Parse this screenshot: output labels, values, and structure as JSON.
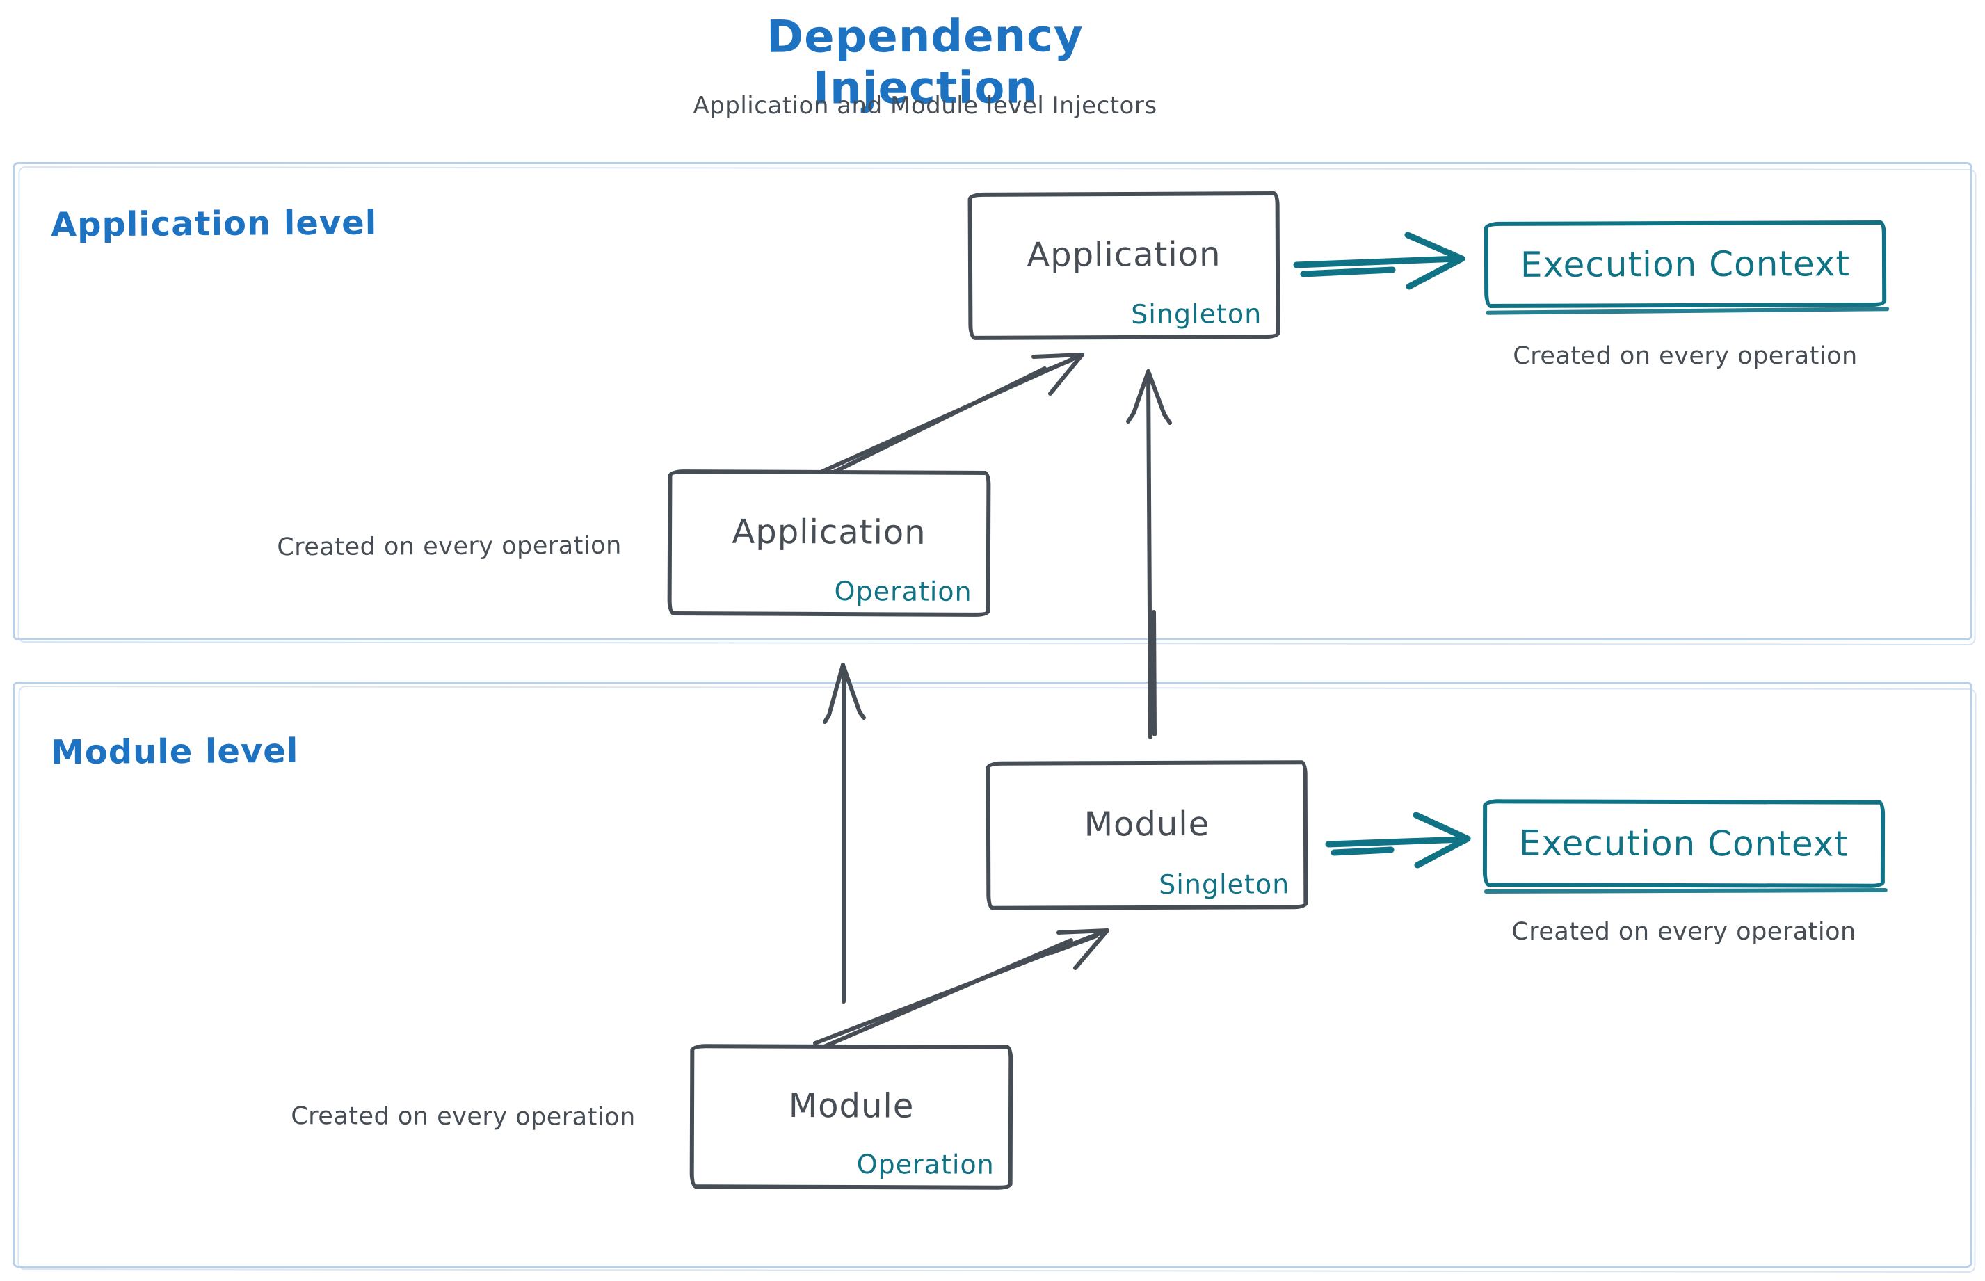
{
  "colors": {
    "blue": "#1d72c2",
    "teal": "#0f7285",
    "ink": "#464d55",
    "region_border": "#b9d0ea"
  },
  "header": {
    "title": "Dependency Injection",
    "subtitle": "Application and Module level Injectors"
  },
  "application_level": {
    "label": "Application level",
    "singleton": {
      "name": "Application",
      "scope": "Singleton"
    },
    "operation": {
      "name": "Application",
      "scope": "Operation",
      "caption": "Created on every operation"
    },
    "execution_context": {
      "title": "Execution Context",
      "caption": "Created on every operation"
    }
  },
  "module_level": {
    "label": "Module level",
    "singleton": {
      "name": "Module",
      "scope": "Singleton"
    },
    "operation": {
      "name": "Module",
      "scope": "Operation",
      "caption": "Created on every operation"
    },
    "execution_context": {
      "title": "Execution Context",
      "caption": "Created on every operation"
    }
  }
}
